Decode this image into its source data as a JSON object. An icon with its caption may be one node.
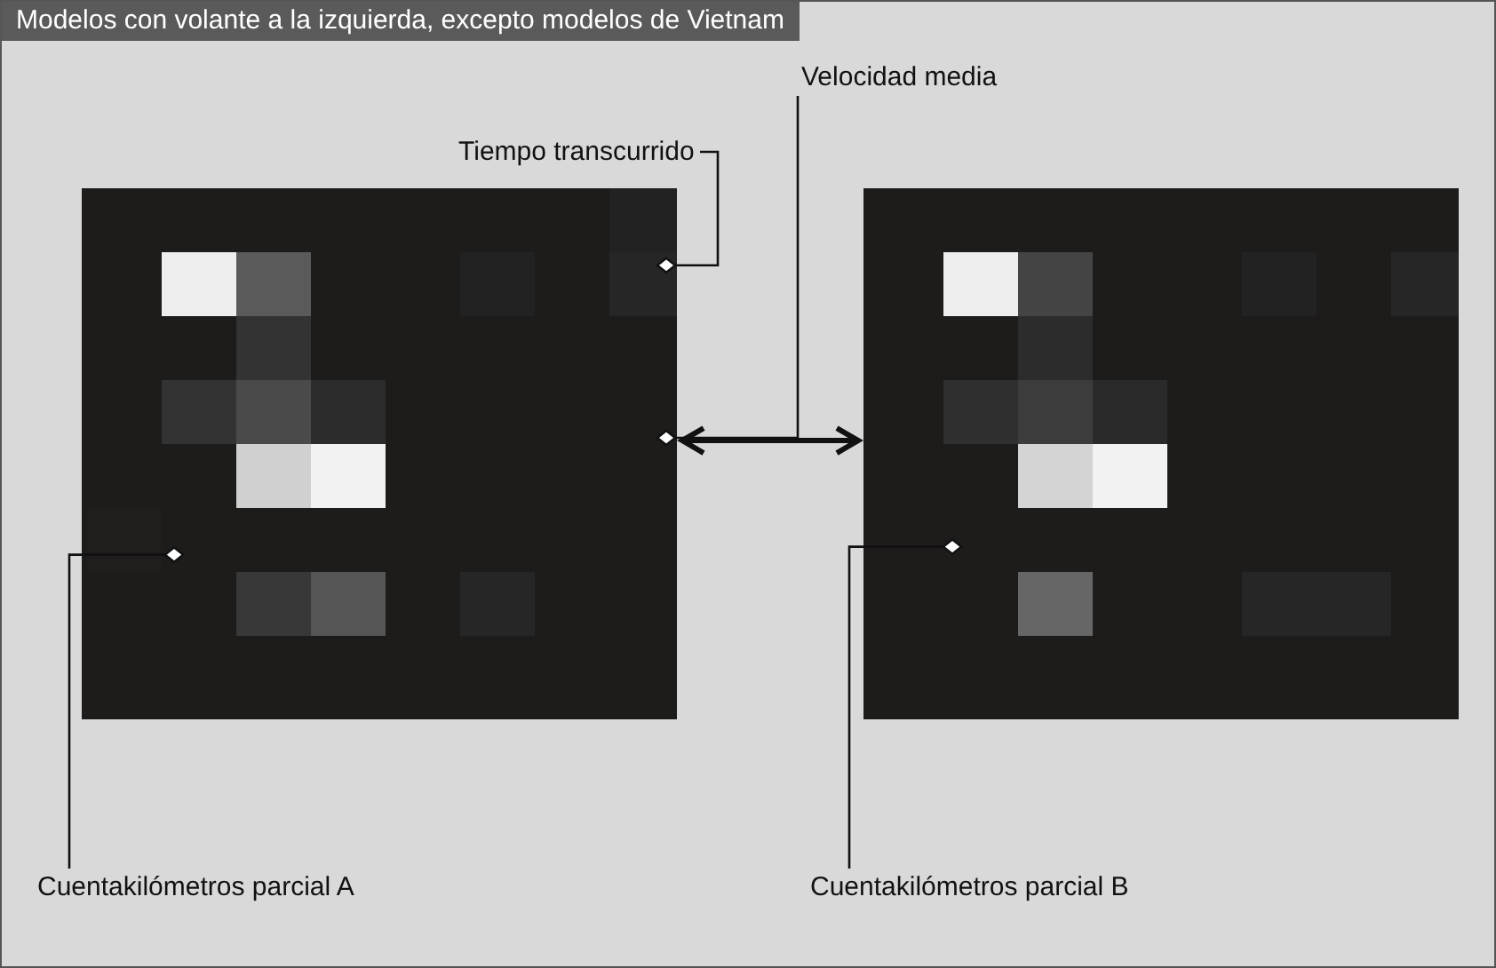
{
  "diagram": {
    "title": "Modelos con volante a la izquierda, excepto modelos de Vietnam",
    "nodes": [
      {
        "text": [
          "Velocidad media"
        ]
      },
      {
        "text": [
          "Tiempo transcurrido"
        ]
      },
      {
        "text": [],
        "shape": "picture"
      },
      {
        "text": [],
        "shape": "picture"
      },
      {
        "text": [
          "Cuentakilómetros parcial A"
        ]
      },
      {
        "text": [
          "Cuentakilómetros parcial B"
        ]
      }
    ],
    "edges": [
      {
        "from": 0,
        "to": 2,
        "arrow": "other"
      },
      {
        "from": 1,
        "to": 2,
        "arrow": "other"
      },
      {
        "from": 2,
        "to": 3,
        "arrow": "both",
        "style": "thick"
      },
      {
        "from": 4,
        "to": 2,
        "arrow": "other"
      },
      {
        "from": 5,
        "to": 3,
        "arrow": "other"
      }
    ]
  }
}
